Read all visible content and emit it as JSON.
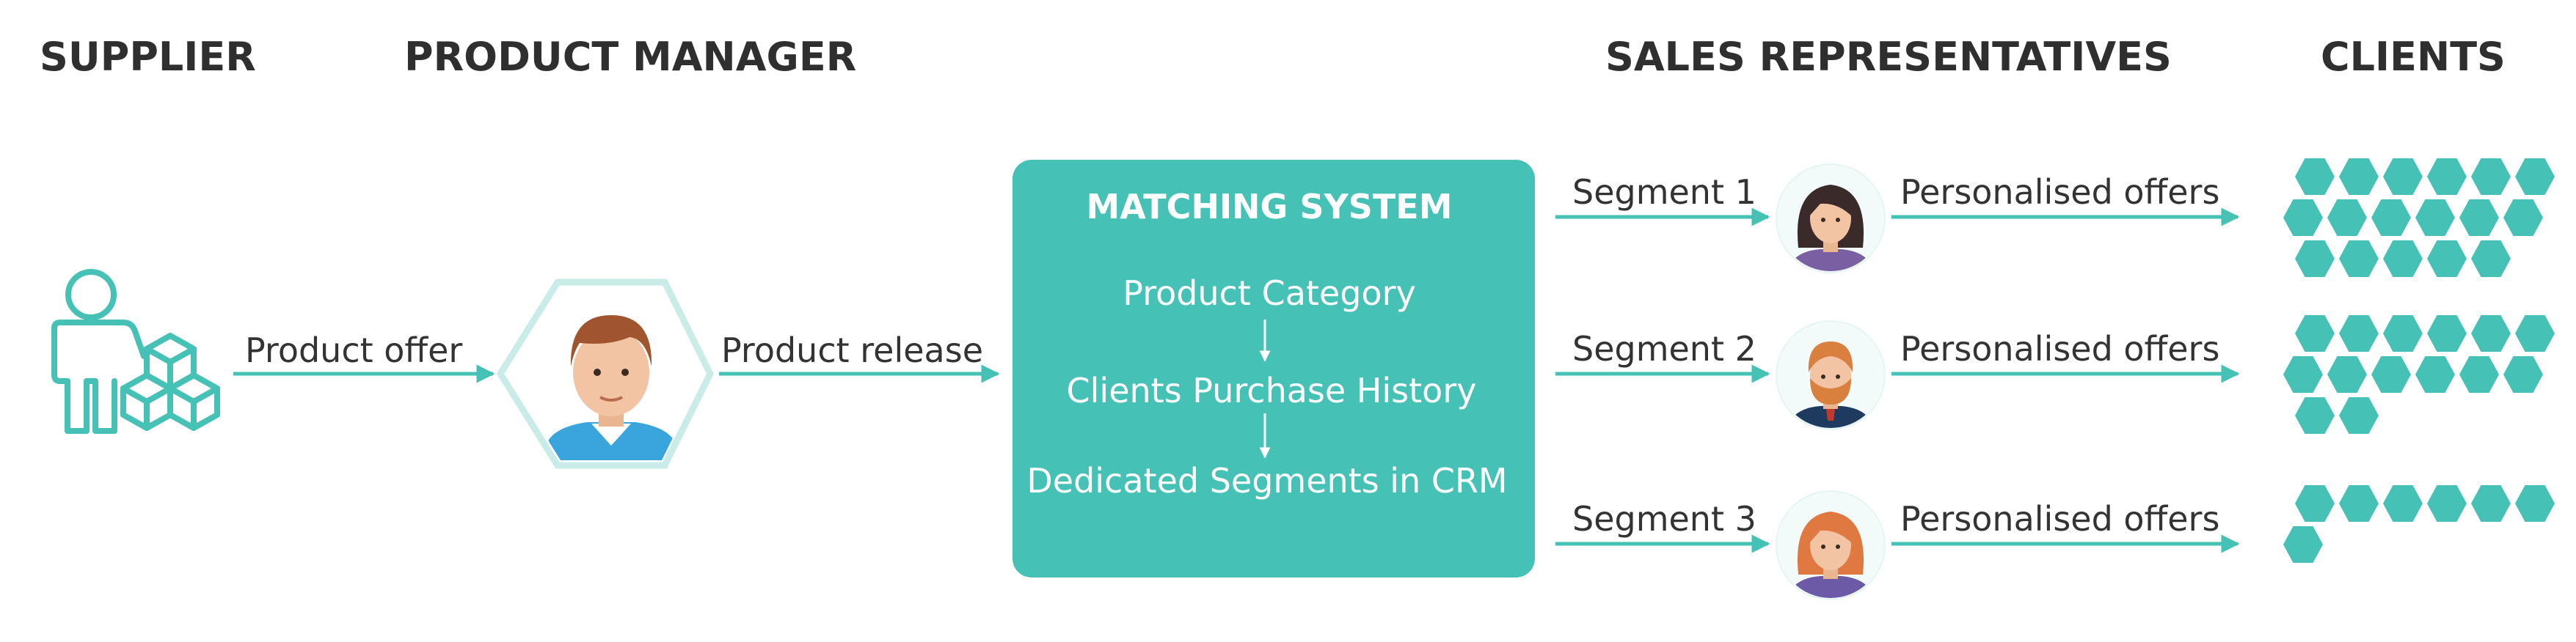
{
  "headers": {
    "supplier": "SUPPLIER",
    "product_manager": "PRODUCT MANAGER",
    "sales_reps": "SALES REPRESENTATIVES",
    "clients": "CLIENTS"
  },
  "flow": {
    "product_offer": "Product offer",
    "product_release": "Product release"
  },
  "matching_system": {
    "title": "MATCHING SYSTEM",
    "steps": [
      "Product Category",
      "Clients Purchase History",
      "Dedicated Segments in CRM"
    ]
  },
  "segments": [
    {
      "label": "Segment 1",
      "offer": "Personalised offers",
      "rep": "female-dark-hair",
      "clients": 17
    },
    {
      "label": "Segment 2",
      "offer": "Personalised offers",
      "rep": "male-bearded",
      "clients": 14
    },
    {
      "label": "Segment 3",
      "offer": "Personalised offers",
      "rep": "female-red-hair",
      "clients": 7
    }
  ],
  "colors": {
    "teal": "#45c1b5",
    "light_teal": "#c9ece8",
    "text": "#333333"
  }
}
